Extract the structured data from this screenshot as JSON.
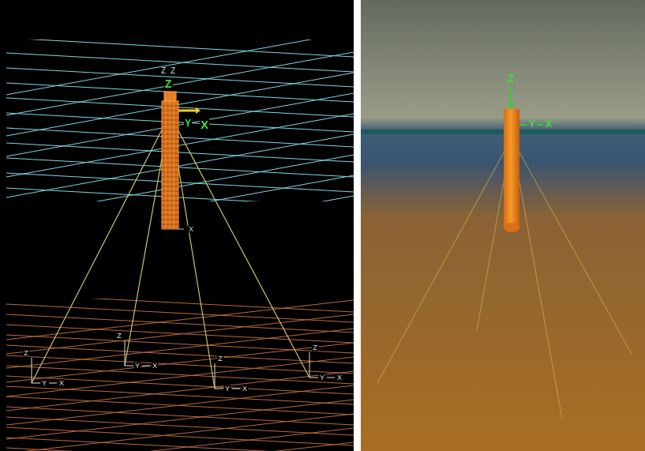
{
  "diagram": {
    "labels": [
      "Z",
      "Z",
      "Z",
      "Y",
      "X",
      "X",
      "Z",
      "Y",
      "X",
      "Z",
      "Y",
      "X",
      "Z",
      "Y",
      "X",
      "Z",
      "Y",
      "X",
      "Z",
      "Y",
      "X"
    ]
  }
}
